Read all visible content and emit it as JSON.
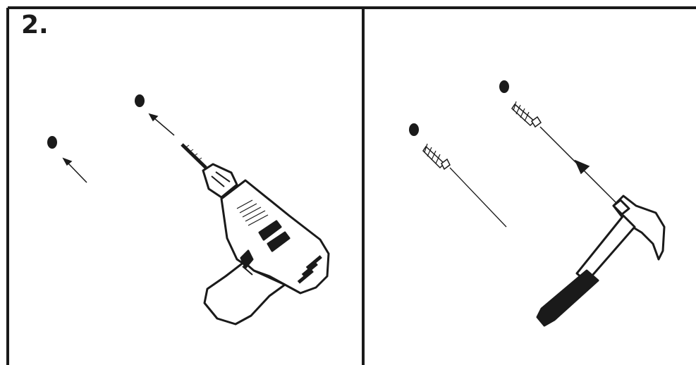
{
  "step": {
    "number_label": "2."
  },
  "panels": [
    {
      "id": "left",
      "description_icon": "drill-icon"
    },
    {
      "id": "right",
      "description_icon": "hammer-icon"
    }
  ],
  "colors": {
    "ink": "#1a1a1a",
    "background": "#ffffff"
  }
}
